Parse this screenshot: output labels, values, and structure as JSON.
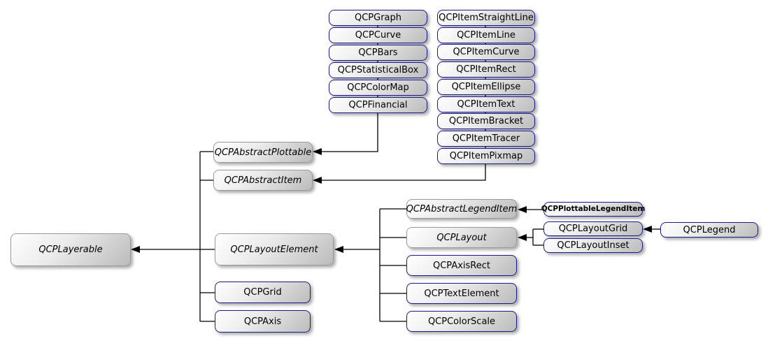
{
  "diagram_type": "class-inheritance-graph",
  "colors": {
    "background": "#ffffff",
    "concrete_class_border": "#1a1a8c",
    "abstract_class_border": "#9a9a9a",
    "node_fill_light": "#ffffff",
    "node_fill_dark": "#bcbcbc",
    "edge_color": "#000000",
    "text_color": "#000000"
  },
  "nodes": [
    {
      "label": "QCPLayerable",
      "abstract": true
    },
    {
      "label": "QCPAbstractPlottable",
      "abstract": true
    },
    {
      "label": "QCPAbstractItem",
      "abstract": true
    },
    {
      "label": "QCPLayoutElement",
      "abstract": true
    },
    {
      "label": "QCPGrid",
      "abstract": false
    },
    {
      "label": "QCPAxis",
      "abstract": false
    },
    {
      "label": "QCPGraph",
      "abstract": false
    },
    {
      "label": "QCPCurve",
      "abstract": false
    },
    {
      "label": "QCPBars",
      "abstract": false
    },
    {
      "label": "QCPStatisticalBox",
      "abstract": false
    },
    {
      "label": "QCPColorMap",
      "abstract": false
    },
    {
      "label": "QCPFinancial",
      "abstract": false
    },
    {
      "label": "QCPItemStraightLine",
      "abstract": false
    },
    {
      "label": "QCPItemLine",
      "abstract": false
    },
    {
      "label": "QCPItemCurve",
      "abstract": false
    },
    {
      "label": "QCPItemRect",
      "abstract": false
    },
    {
      "label": "QCPItemEllipse",
      "abstract": false
    },
    {
      "label": "QCPItemText",
      "abstract": false
    },
    {
      "label": "QCPItemBracket",
      "abstract": false
    },
    {
      "label": "QCPItemTracer",
      "abstract": false
    },
    {
      "label": "QCPItemPixmap",
      "abstract": false
    },
    {
      "label": "QCPAbstractLegendItem",
      "abstract": true
    },
    {
      "label": "QCPLayout",
      "abstract": true
    },
    {
      "label": "QCPAxisRect",
      "abstract": false
    },
    {
      "label": "QCPTextElement",
      "abstract": false
    },
    {
      "label": "QCPColorScale",
      "abstract": false
    },
    {
      "label": "QCPPlottableLegendItem",
      "abstract": false
    },
    {
      "label": "QCPLayoutGrid",
      "abstract": false
    },
    {
      "label": "QCPLayoutInset",
      "abstract": false
    },
    {
      "label": "QCPLegend",
      "abstract": false
    }
  ],
  "edges": [
    {
      "from": "QCPAbstractPlottable",
      "to": "QCPLayerable"
    },
    {
      "from": "QCPAbstractItem",
      "to": "QCPLayerable"
    },
    {
      "from": "QCPLayoutElement",
      "to": "QCPLayerable"
    },
    {
      "from": "QCPGrid",
      "to": "QCPLayerable"
    },
    {
      "from": "QCPAxis",
      "to": "QCPLayerable"
    },
    {
      "from": "QCPGraph",
      "to": "QCPAbstractPlottable"
    },
    {
      "from": "QCPCurve",
      "to": "QCPAbstractPlottable"
    },
    {
      "from": "QCPBars",
      "to": "QCPAbstractPlottable"
    },
    {
      "from": "QCPStatisticalBox",
      "to": "QCPAbstractPlottable"
    },
    {
      "from": "QCPColorMap",
      "to": "QCPAbstractPlottable"
    },
    {
      "from": "QCPFinancial",
      "to": "QCPAbstractPlottable"
    },
    {
      "from": "QCPItemStraightLine",
      "to": "QCPAbstractItem"
    },
    {
      "from": "QCPItemLine",
      "to": "QCPAbstractItem"
    },
    {
      "from": "QCPItemCurve",
      "to": "QCPAbstractItem"
    },
    {
      "from": "QCPItemRect",
      "to": "QCPAbstractItem"
    },
    {
      "from": "QCPItemEllipse",
      "to": "QCPAbstractItem"
    },
    {
      "from": "QCPItemText",
      "to": "QCPAbstractItem"
    },
    {
      "from": "QCPItemBracket",
      "to": "QCPAbstractItem"
    },
    {
      "from": "QCPItemTracer",
      "to": "QCPAbstractItem"
    },
    {
      "from": "QCPItemPixmap",
      "to": "QCPAbstractItem"
    },
    {
      "from": "QCPAbstractLegendItem",
      "to": "QCPLayoutElement"
    },
    {
      "from": "QCPLayout",
      "to": "QCPLayoutElement"
    },
    {
      "from": "QCPAxisRect",
      "to": "QCPLayoutElement"
    },
    {
      "from": "QCPTextElement",
      "to": "QCPLayoutElement"
    },
    {
      "from": "QCPColorScale",
      "to": "QCPLayoutElement"
    },
    {
      "from": "QCPPlottableLegendItem",
      "to": "QCPAbstractLegendItem"
    },
    {
      "from": "QCPLayoutGrid",
      "to": "QCPLayout"
    },
    {
      "from": "QCPLayoutInset",
      "to": "QCPLayout"
    },
    {
      "from": "QCPLegend",
      "to": "QCPLayoutGrid"
    }
  ]
}
